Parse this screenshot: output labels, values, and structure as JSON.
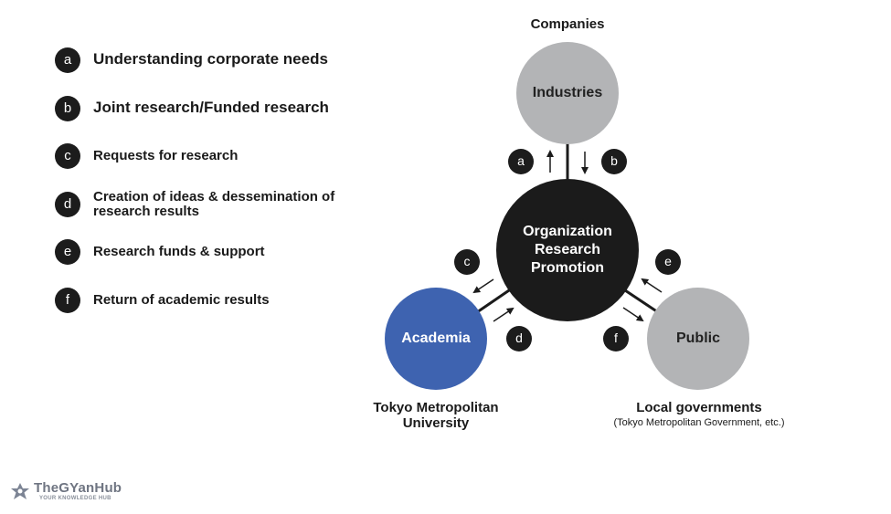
{
  "legend": [
    {
      "letter": "a",
      "text": "Understanding corporate needs"
    },
    {
      "letter": "b",
      "text": "Joint research/Funded research"
    },
    {
      "letter": "c",
      "text": "Requests for research"
    },
    {
      "letter": "d",
      "text": "Creation of ideas & dessemination of\nresearch results"
    },
    {
      "letter": "e",
      "text": "Research funds & support"
    },
    {
      "letter": "f",
      "text": "Return of academic results"
    }
  ],
  "nodes": {
    "industries": {
      "label": "Industries",
      "caption": "Companies"
    },
    "center": {
      "label": "Organization\nResearch\nPromotion"
    },
    "academia": {
      "label": "Academia",
      "caption": "Tokyo Metropolitan\nUniversity"
    },
    "public": {
      "label": "Public",
      "caption": "Local governments",
      "subcaption": "(Tokyo Metropolitan Government, etc.)"
    }
  },
  "badges": {
    "a": "a",
    "b": "b",
    "c": "c",
    "d": "d",
    "e": "e",
    "f": "f"
  },
  "logo": {
    "title": "TheGYanHub",
    "tagline": "YOUR KNOWLEDGE HUB"
  },
  "colors": {
    "dark": "#1b1b1b",
    "grey": "#b3b4b6",
    "blue": "#3e63b0"
  }
}
